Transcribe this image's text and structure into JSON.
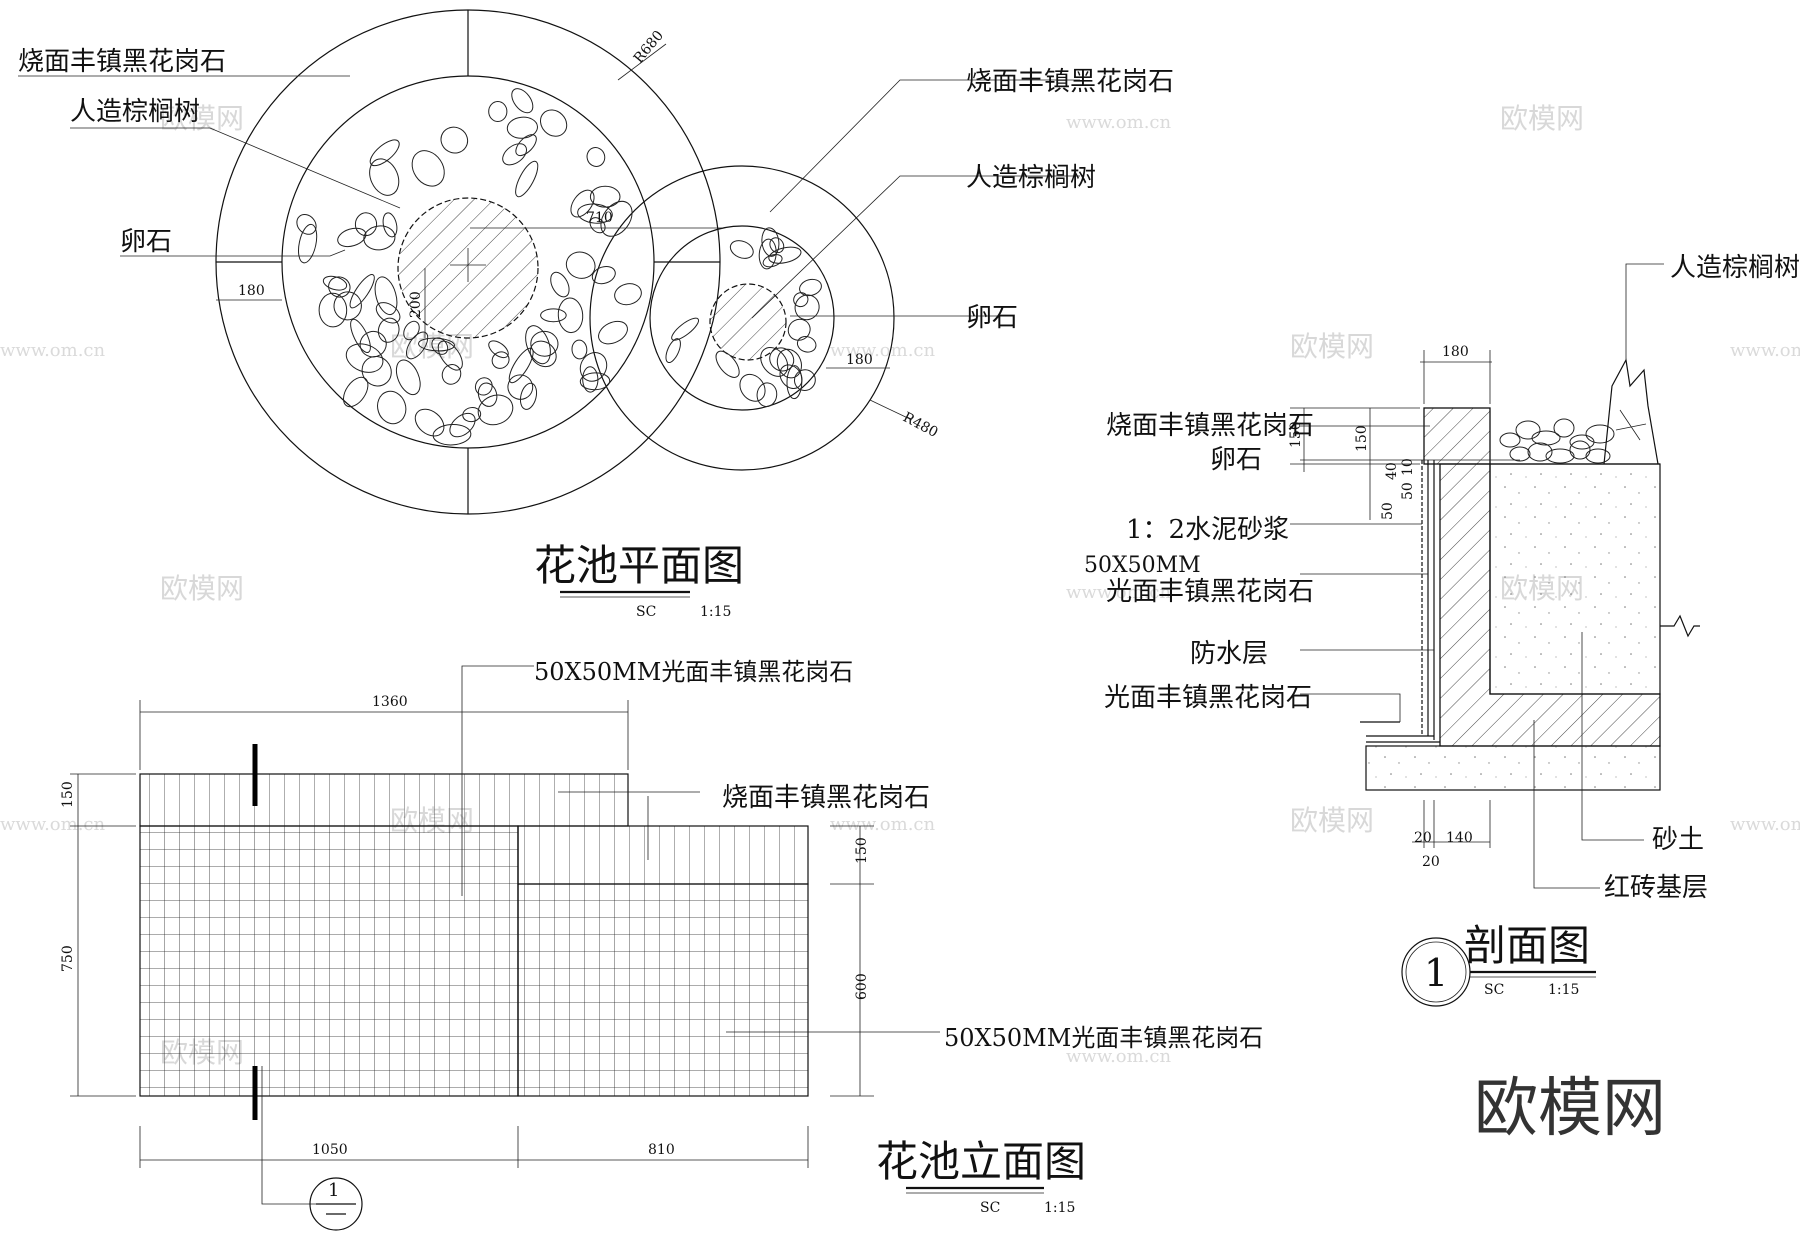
{
  "plan": {
    "title": "花池平面图",
    "scale_code": "SC",
    "scale": "1:15",
    "labels": [
      "烧面丰镇黑花岗石",
      "人造棕榈树",
      "卵石",
      "烧面丰镇黑花岗石",
      "人造棕榈树",
      "卵石"
    ],
    "dims": [
      "R680",
      "710",
      "180",
      "200",
      "180",
      "R480"
    ]
  },
  "elevation": {
    "title": "花池立面图",
    "scale_code": "SC",
    "scale": "1:15",
    "labels": [
      "50X50MM光面丰镇黑花岗石",
      "烧面丰镇黑花岗石",
      "50X50MM光面丰镇黑花岗石"
    ],
    "dims": [
      "1360",
      "150",
      "750",
      "150",
      "600",
      "1050",
      "810"
    ],
    "section_marker": "1"
  },
  "section": {
    "title": "剖面图",
    "number": "1",
    "scale_code": "SC",
    "scale": "1:15",
    "labels_left": [
      "烧面丰镇黑花岗石",
      "卵石",
      "1：2水泥砂浆",
      "50X50MM",
      "光面丰镇黑花岗石",
      "防水层",
      "光面丰镇黑花岗石"
    ],
    "labels_right": [
      "人造棕榈树",
      "砂土",
      "红砖基层"
    ],
    "dims": [
      "180",
      "150",
      "150",
      "40",
      "10",
      "50",
      "50",
      "20",
      "140",
      "20"
    ]
  },
  "watermark": {
    "brand": "欧模网",
    "url": "www.om.cn"
  }
}
